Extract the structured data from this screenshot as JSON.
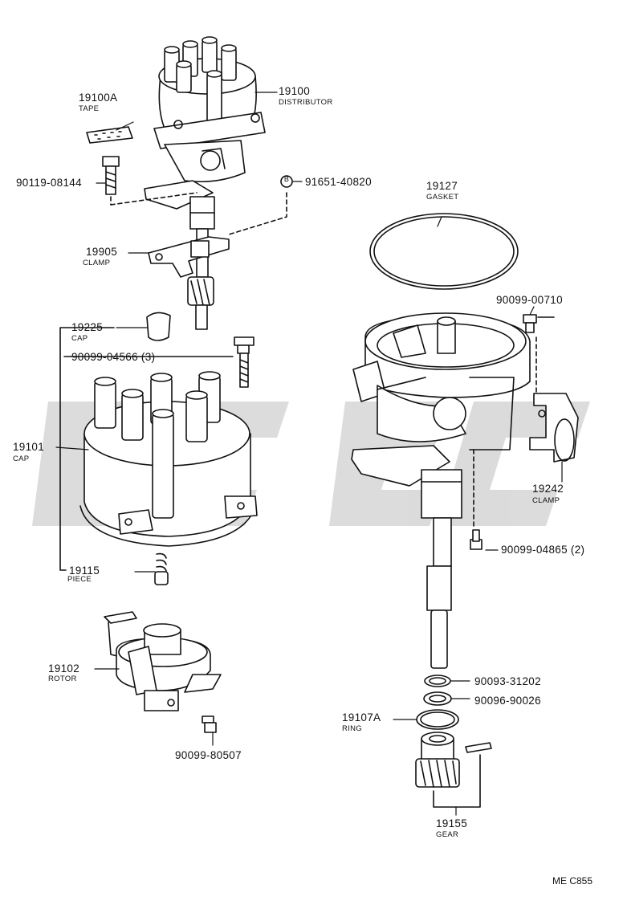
{
  "diagram": {
    "parts": [
      {
        "number": "19100A",
        "name": "TAPE"
      },
      {
        "number": "19100",
        "name": "DISTRIBUTOR"
      },
      {
        "number": "90119-08144"
      },
      {
        "number": "91651-40820",
        "marker": "B"
      },
      {
        "number": "19127",
        "name": "GASKET"
      },
      {
        "number": "19905",
        "name": "CLAMP"
      },
      {
        "number": "90099-00710"
      },
      {
        "number": "19225",
        "name": "CAP"
      },
      {
        "number": "90099-04566 (3)"
      },
      {
        "number": "19101",
        "name": "CAP"
      },
      {
        "number": "19242",
        "name": "CLAMP"
      },
      {
        "number": "90099-04865 (2)"
      },
      {
        "number": "19115",
        "name": "PIECE"
      },
      {
        "number": "19102",
        "name": "ROTOR"
      },
      {
        "number": "90093-31202"
      },
      {
        "number": "90096-90026"
      },
      {
        "number": "19107A",
        "name": "RING"
      },
      {
        "number": "90099-80507"
      },
      {
        "number": "19155",
        "name": "GEAR"
      }
    ],
    "page_code": "ME C855",
    "watermark_color": "#c8c8c8",
    "line_color": "#111111"
  }
}
